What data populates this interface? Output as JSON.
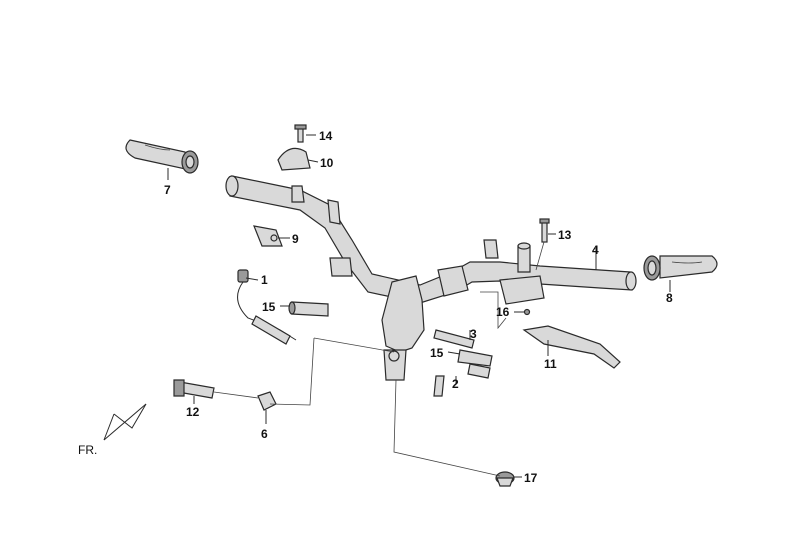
{
  "callouts": {
    "c1": "1",
    "c2": "2",
    "c3": "3",
    "c4": "4",
    "c6": "6",
    "c7": "7",
    "c8": "8",
    "c9": "9",
    "c10": "10",
    "c11": "11",
    "c12": "12",
    "c13": "13",
    "c14": "14",
    "c15a": "15",
    "c15b": "15",
    "c16": "16",
    "c17": "17"
  },
  "direction_label": "FR."
}
